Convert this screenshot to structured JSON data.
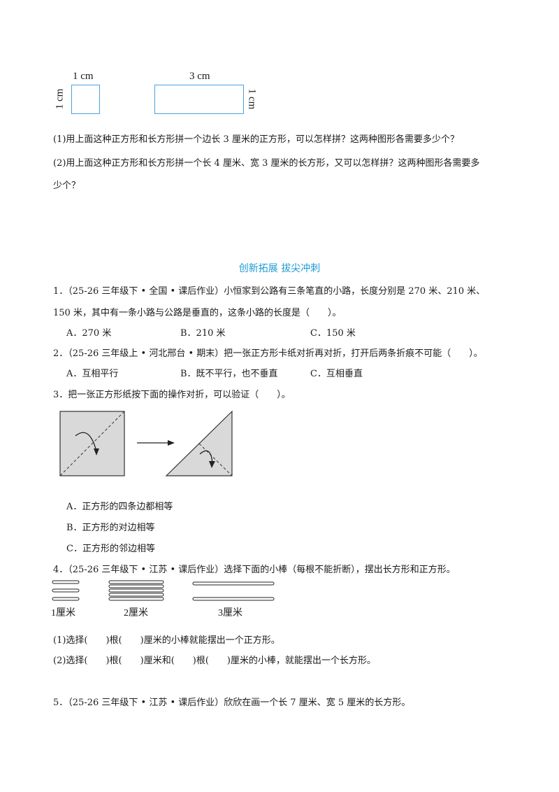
{
  "shapes": {
    "square_top": "1 cm",
    "square_side": "1 cm",
    "rect_top": "3 cm",
    "rect_side": "1 cm"
  },
  "q_prev": {
    "p1": "(1)用上面这种正方形和长方形拼一个边长 3 厘米的正方形，可以怎样拼？这两种图形各需要多少个？",
    "p2_line1": "(2)用上面这种正方形和长方形拼一个长 4 厘米、宽 3 厘米的长方形，又可以怎样拼？这两种图形各需要多",
    "p2_line2": "少个？"
  },
  "section_title": "创新拓展  拔尖冲刺",
  "q1": {
    "line1": "1．（25-26 三年级下 • 全国 • 课后作业）小恒家到公路有三条笔直的小路，长度分别是 270 米、210 米、",
    "line2": "150 米，其中有一条小路与公路是垂直的，这条小路的长度是（　　）。",
    "opt_a": "A．270 米",
    "opt_b": "B．210 米",
    "opt_c": "C．150 米"
  },
  "q2": {
    "line1": "2．（25-26 三年级上 • 河北邢台 • 期末）把一张正方形卡纸对折再对折，打开后两条折痕不可能（　　）。",
    "opt_a": "A．互相平行",
    "opt_b": "B．既不平行，也不垂直",
    "opt_c": "C．互相垂直"
  },
  "q3": {
    "line1": "3．把一张正方形纸按下面的操作对折，可以验证（　　）。",
    "opt_a": "A．正方形的四条边都相等",
    "opt_b": "B．正方形的对边相等",
    "opt_c": "C．正方形的邻边相等"
  },
  "q4": {
    "line1": "4．（25-26 三年级下 • 江苏 • 课后作业）选择下面的小棒（每根不能折断），摆出长方形和正方形。",
    "label_1": "1厘米",
    "label_2": "2厘米",
    "label_3": "3厘米",
    "p1": "(1)选择(　　)根(　　)厘米的小棒就能摆出一个正方形。",
    "p2": "(2)选择(　　)根(　　)厘米和(　　)根(　　)厘米的小棒，就能摆出一个长方形。"
  },
  "q5": {
    "line1": "5．（25-26 三年级下 • 江苏 • 课后作业）欣欣在画一个长 7 厘米、宽 5 厘米的长方形。"
  }
}
